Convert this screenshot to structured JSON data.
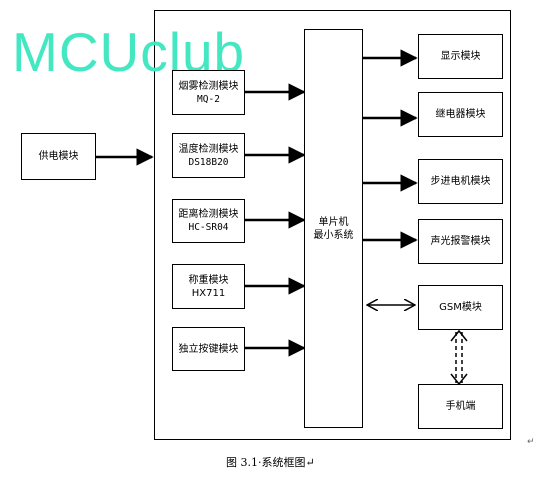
{
  "watermark": "MCUclub",
  "power": {
    "label": "供电模块"
  },
  "inputs": {
    "smoke": {
      "line1": "烟雾检测模块",
      "line2": "MQ-2"
    },
    "temp": {
      "line1": "温度检测模块",
      "line2": "DS18B20"
    },
    "distance": {
      "line1": "距离检测模块",
      "line2": "HC-SR04"
    },
    "weight": {
      "line1": "称重模块HX711"
    },
    "keys": {
      "line1": "独立按键模块"
    }
  },
  "mcu": {
    "line1": "单片机",
    "line2": "最小系统"
  },
  "outputs": {
    "display": {
      "label": "显示模块"
    },
    "relay": {
      "label": "继电器模块"
    },
    "stepper": {
      "label": "步进电机模块"
    },
    "alarm": {
      "label": "声光报警模块"
    },
    "gsm": {
      "label": "GSM模块"
    },
    "phone": {
      "label": "手机端"
    }
  },
  "caption": "图 3.1·系统框图↵",
  "return_mark": "↵",
  "colors": {
    "watermark": "#43e8c2",
    "line": "#000000"
  }
}
